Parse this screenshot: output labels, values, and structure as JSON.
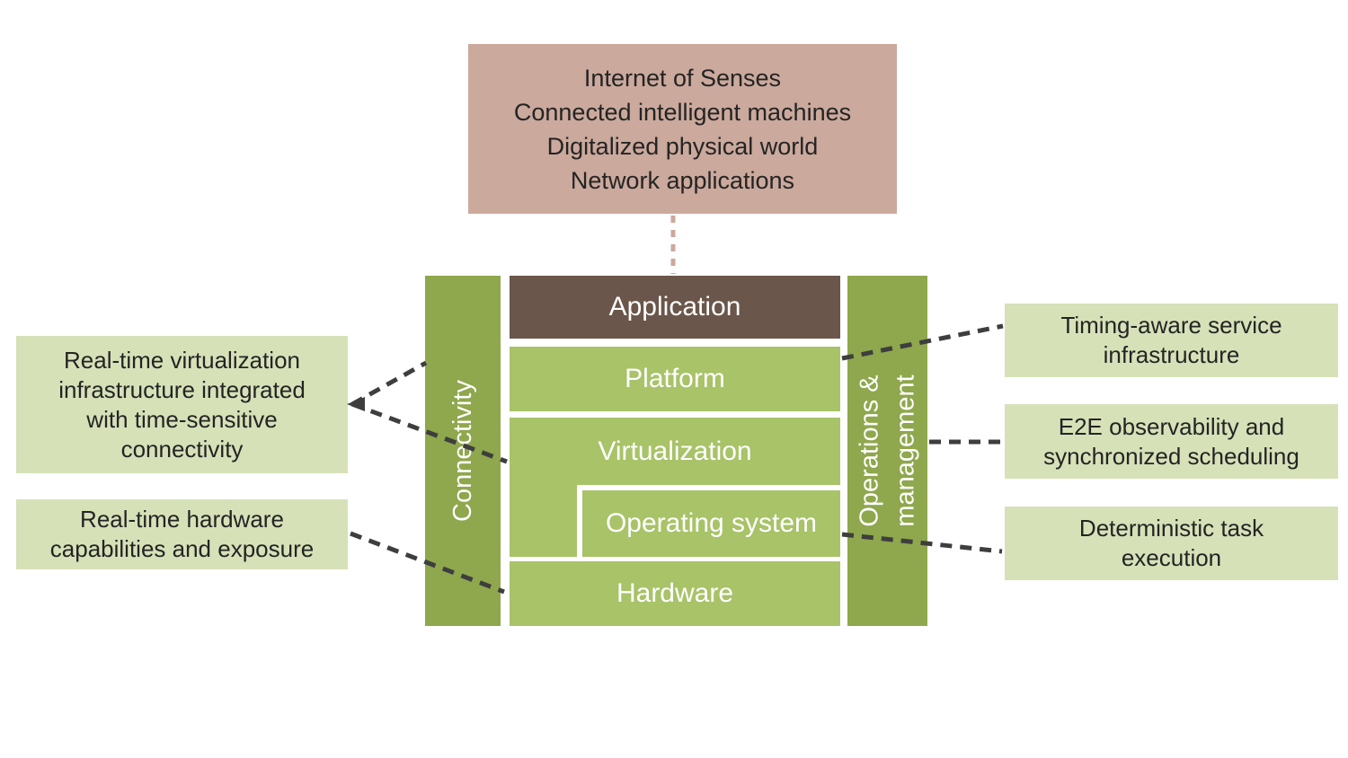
{
  "top_box": {
    "text": "Internet of Senses\nConnected intelligent machines\nDigitalized physical world\nNetwork applications"
  },
  "stack": {
    "application": "Application",
    "platform": "Platform",
    "virtualization": "Virtualization",
    "operating_system": "Operating system",
    "hardware": "Hardware"
  },
  "bars": {
    "connectivity": "Connectivity",
    "operations_management": "Operations &\nmanagement"
  },
  "left_callouts": [
    {
      "text": "Real-time virtualization\ninfrastructure integrated\nwith time-sensitive\nconnectivity"
    },
    {
      "text": "Real-time hardware\ncapabilities and exposure"
    }
  ],
  "right_callouts": [
    {
      "text": "Timing-aware service\ninfrastructure"
    },
    {
      "text": "E2E observability and\nsynchronized scheduling"
    },
    {
      "text": "Deterministic task\nexecution"
    }
  ],
  "colors": {
    "tan": "#CBA99C",
    "brown": "#6A564A",
    "stack_green": "#A8C368",
    "bar_green": "#8FA74D",
    "pale_green": "#D6E1B8",
    "connector_gray": "#3E3E3E"
  }
}
